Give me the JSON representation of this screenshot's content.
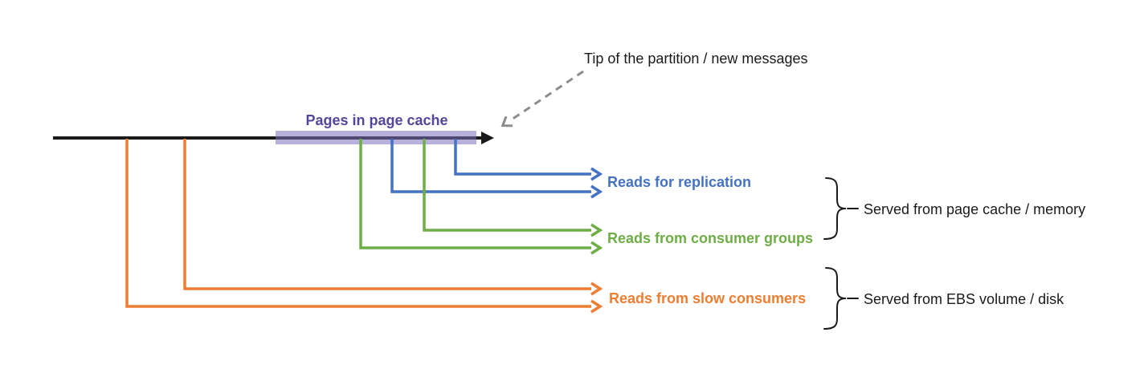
{
  "colors": {
    "black": "#1a1a1a",
    "gray": "#8c8c8c",
    "blue": "#4472c4",
    "green": "#6fad46",
    "orange": "#ed7d31",
    "purple": "#53479b",
    "band": "#7b6fbe"
  },
  "diagram": {
    "tip_annotation": "Tip of the partition / new messages",
    "page_cache_label": "Pages in page cache",
    "reads_replication": "Reads for replication",
    "reads_consumer_groups": "Reads from consumer groups",
    "reads_slow_consumers": "Reads from slow consumers",
    "served_memory": "Served from page cache / memory",
    "served_disk": "Served from EBS volume / disk"
  }
}
